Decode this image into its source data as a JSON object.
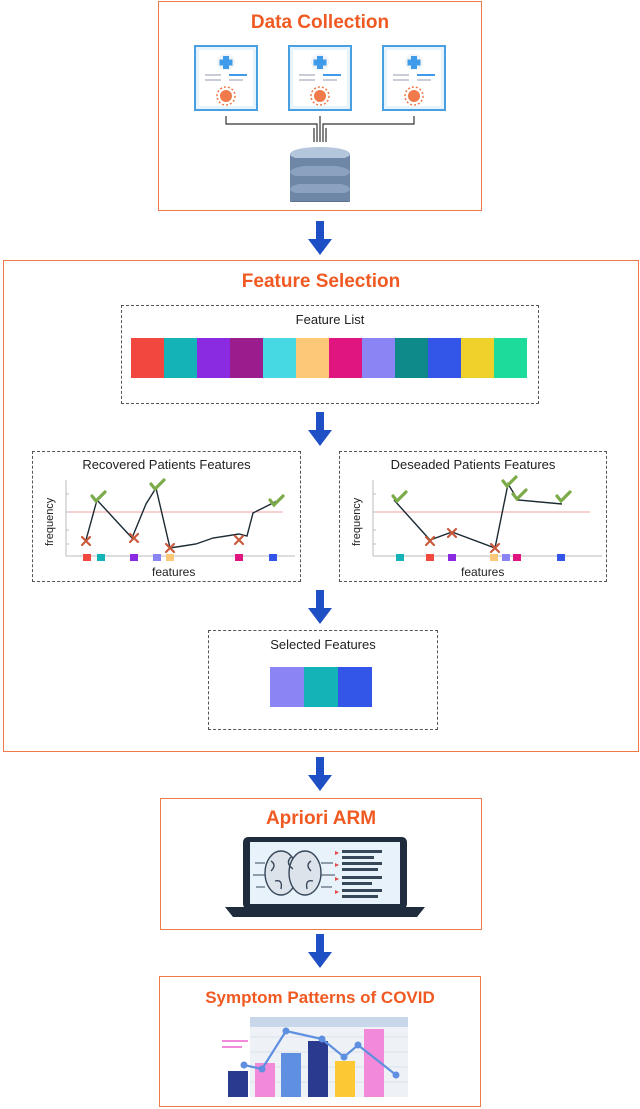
{
  "stages": {
    "data_collection": "Data Collection",
    "feature_selection": "Feature Selection",
    "apriori": "Apriori ARM",
    "patterns": "Symptom Patterns of COVID"
  },
  "feature_list": {
    "title": "Feature List",
    "colors": [
      "#f2473f",
      "#14b3b8",
      "#8a2be2",
      "#9b1c8c",
      "#46d9e3",
      "#fdc878",
      "#e0157f",
      "#8a84f5",
      "#0e8a8a",
      "#3355e8",
      "#f0d02a",
      "#1ddc9b"
    ]
  },
  "recovered": {
    "title": "Recovered Patients Features",
    "ylabel": "frequency",
    "xlabel": "features",
    "marker_colors": [
      "#f2473f",
      "#14b3b8",
      "#8a2be2",
      "#8a84f5",
      "#fdc878",
      "#e0157f",
      "#3355e8"
    ]
  },
  "deceased": {
    "title": "Deseaded Patients Features",
    "ylabel": "frequency",
    "xlabel": "features",
    "marker_colors": [
      "#14b3b8",
      "#f2473f",
      "#8a2be2",
      "#fdc878",
      "#8a84f5",
      "#e0157f",
      "#3355e8"
    ]
  },
  "selected": {
    "title": "Selected Features",
    "colors": [
      "#8a84f5",
      "#14b3b8",
      "#3355e8"
    ]
  },
  "colors": {
    "accent": "#f05a22",
    "border": "#ee7a4a",
    "arrow": "#1f4fc4",
    "check": "#7cab4a",
    "cross": "#c85a3c"
  }
}
